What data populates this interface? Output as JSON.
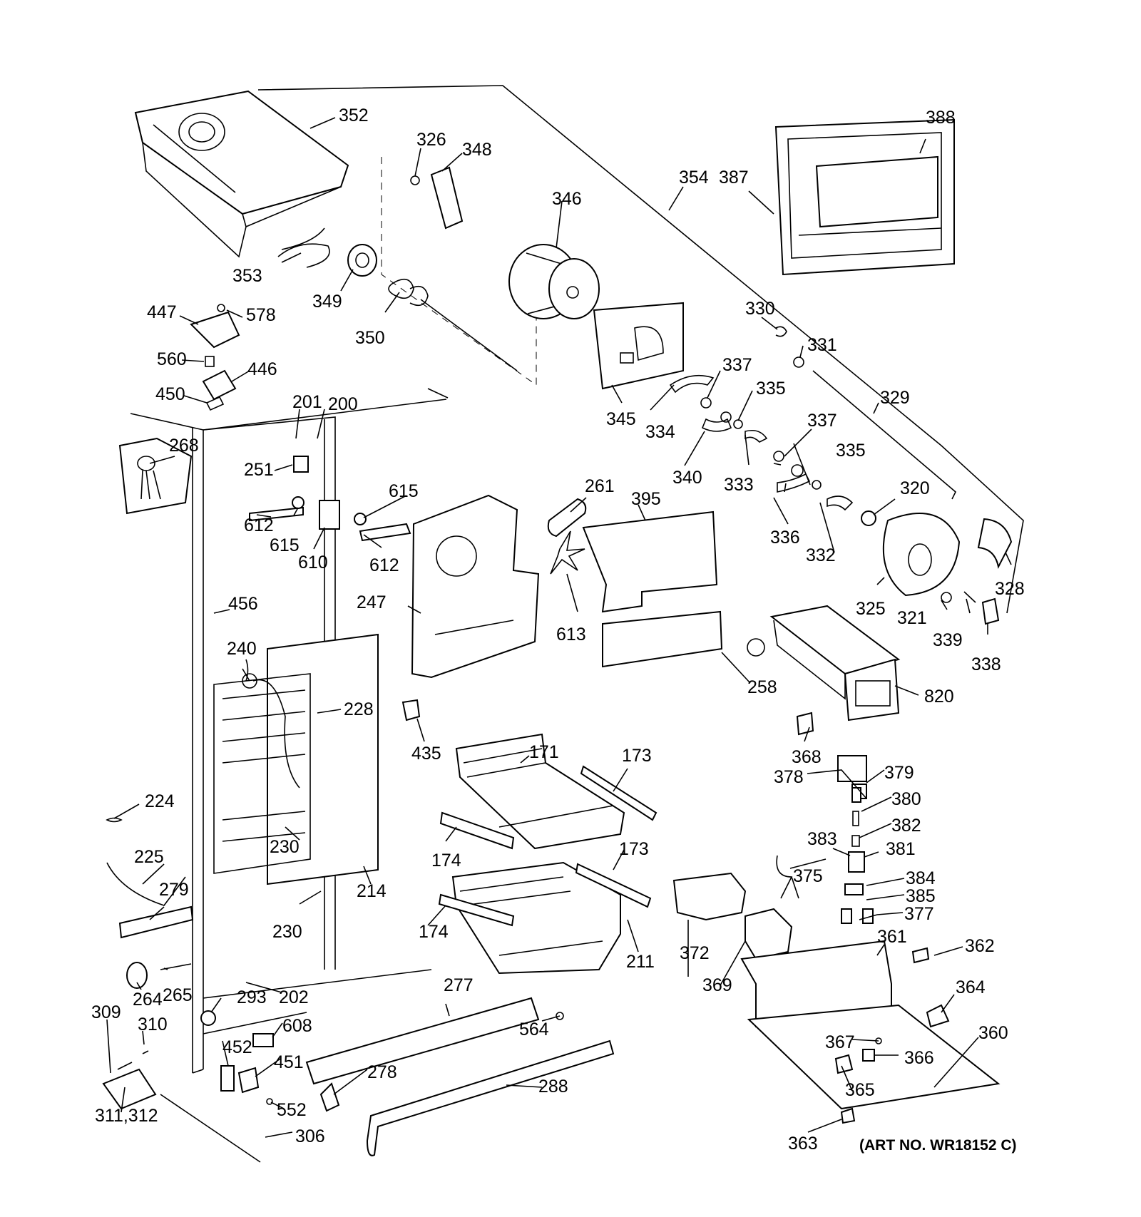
{
  "art_number": "(ART NO. WR18152 C)",
  "callouts": [
    {
      "id": "c352",
      "text": "352"
    },
    {
      "id": "c326",
      "text": "326"
    },
    {
      "id": "c348",
      "text": "348"
    },
    {
      "id": "c346",
      "text": "346"
    },
    {
      "id": "c354",
      "text": "354"
    },
    {
      "id": "c388",
      "text": "388"
    },
    {
      "id": "c387",
      "text": "387"
    },
    {
      "id": "c353",
      "text": "353"
    },
    {
      "id": "c349",
      "text": "349"
    },
    {
      "id": "c350",
      "text": "350"
    },
    {
      "id": "c447",
      "text": "447"
    },
    {
      "id": "c578",
      "text": "578"
    },
    {
      "id": "c560",
      "text": "560"
    },
    {
      "id": "c446",
      "text": "446"
    },
    {
      "id": "c450",
      "text": "450"
    },
    {
      "id": "c330",
      "text": "330"
    },
    {
      "id": "c331",
      "text": "331"
    },
    {
      "id": "c345",
      "text": "345"
    },
    {
      "id": "c334",
      "text": "334"
    },
    {
      "id": "c337a",
      "text": "337"
    },
    {
      "id": "c335a",
      "text": "335"
    },
    {
      "id": "c329",
      "text": "329"
    },
    {
      "id": "c337b",
      "text": "337"
    },
    {
      "id": "c335b",
      "text": "335"
    },
    {
      "id": "c340",
      "text": "340"
    },
    {
      "id": "c333",
      "text": "333"
    },
    {
      "id": "c201",
      "text": "201"
    },
    {
      "id": "c200",
      "text": "200"
    },
    {
      "id": "c268",
      "text": "268"
    },
    {
      "id": "c251",
      "text": "251"
    },
    {
      "id": "c615a",
      "text": "615"
    },
    {
      "id": "c612a",
      "text": "612"
    },
    {
      "id": "c615b",
      "text": "615"
    },
    {
      "id": "c610",
      "text": "610"
    },
    {
      "id": "c612b",
      "text": "612"
    },
    {
      "id": "c261",
      "text": "261"
    },
    {
      "id": "c395",
      "text": "395"
    },
    {
      "id": "c320",
      "text": "320"
    },
    {
      "id": "c336",
      "text": "336"
    },
    {
      "id": "c332",
      "text": "332"
    },
    {
      "id": "c328",
      "text": "328"
    },
    {
      "id": "c325",
      "text": "325"
    },
    {
      "id": "c321",
      "text": "321"
    },
    {
      "id": "c339",
      "text": "339"
    },
    {
      "id": "c338",
      "text": "338"
    },
    {
      "id": "c456",
      "text": "456"
    },
    {
      "id": "c247",
      "text": "247"
    },
    {
      "id": "c613",
      "text": "613"
    },
    {
      "id": "c258",
      "text": "258"
    },
    {
      "id": "c820",
      "text": "820"
    },
    {
      "id": "c240",
      "text": "240"
    },
    {
      "id": "c228",
      "text": "228"
    },
    {
      "id": "c435",
      "text": "435"
    },
    {
      "id": "c171",
      "text": "171"
    },
    {
      "id": "c173a",
      "text": "173"
    },
    {
      "id": "c368",
      "text": "368"
    },
    {
      "id": "c378",
      "text": "378"
    },
    {
      "id": "c379",
      "text": "379"
    },
    {
      "id": "c380",
      "text": "380"
    },
    {
      "id": "c382",
      "text": "382"
    },
    {
      "id": "c224",
      "text": "224"
    },
    {
      "id": "c230a",
      "text": "230"
    },
    {
      "id": "c174a",
      "text": "174"
    },
    {
      "id": "c173b",
      "text": "173"
    },
    {
      "id": "c383",
      "text": "383"
    },
    {
      "id": "c381",
      "text": "381"
    },
    {
      "id": "c225",
      "text": "225"
    },
    {
      "id": "c214",
      "text": "214"
    },
    {
      "id": "c375",
      "text": "375"
    },
    {
      "id": "c384",
      "text": "384"
    },
    {
      "id": "c385",
      "text": "385"
    },
    {
      "id": "c279",
      "text": "279"
    },
    {
      "id": "c377",
      "text": "377"
    },
    {
      "id": "c230b",
      "text": "230"
    },
    {
      "id": "c174b",
      "text": "174"
    },
    {
      "id": "c361",
      "text": "361"
    },
    {
      "id": "c362",
      "text": "362"
    },
    {
      "id": "c211",
      "text": "211"
    },
    {
      "id": "c372",
      "text": "372"
    },
    {
      "id": "c264",
      "text": "264"
    },
    {
      "id": "c265",
      "text": "265"
    },
    {
      "id": "c277",
      "text": "277"
    },
    {
      "id": "c369",
      "text": "369"
    },
    {
      "id": "c364",
      "text": "364"
    },
    {
      "id": "c293",
      "text": "293"
    },
    {
      "id": "c202",
      "text": "202"
    },
    {
      "id": "c309",
      "text": "309"
    },
    {
      "id": "c310",
      "text": "310"
    },
    {
      "id": "c608",
      "text": "608"
    },
    {
      "id": "c564",
      "text": "564"
    },
    {
      "id": "c360",
      "text": "360"
    },
    {
      "id": "c452",
      "text": "452"
    },
    {
      "id": "c367",
      "text": "367"
    },
    {
      "id": "c366",
      "text": "366"
    },
    {
      "id": "c451",
      "text": "451"
    },
    {
      "id": "c278",
      "text": "278"
    },
    {
      "id": "c288",
      "text": "288"
    },
    {
      "id": "c365",
      "text": "365"
    },
    {
      "id": "c311",
      "text": "311,312"
    },
    {
      "id": "c552",
      "text": "552"
    },
    {
      "id": "c306",
      "text": "306"
    },
    {
      "id": "c363",
      "text": "363"
    }
  ]
}
